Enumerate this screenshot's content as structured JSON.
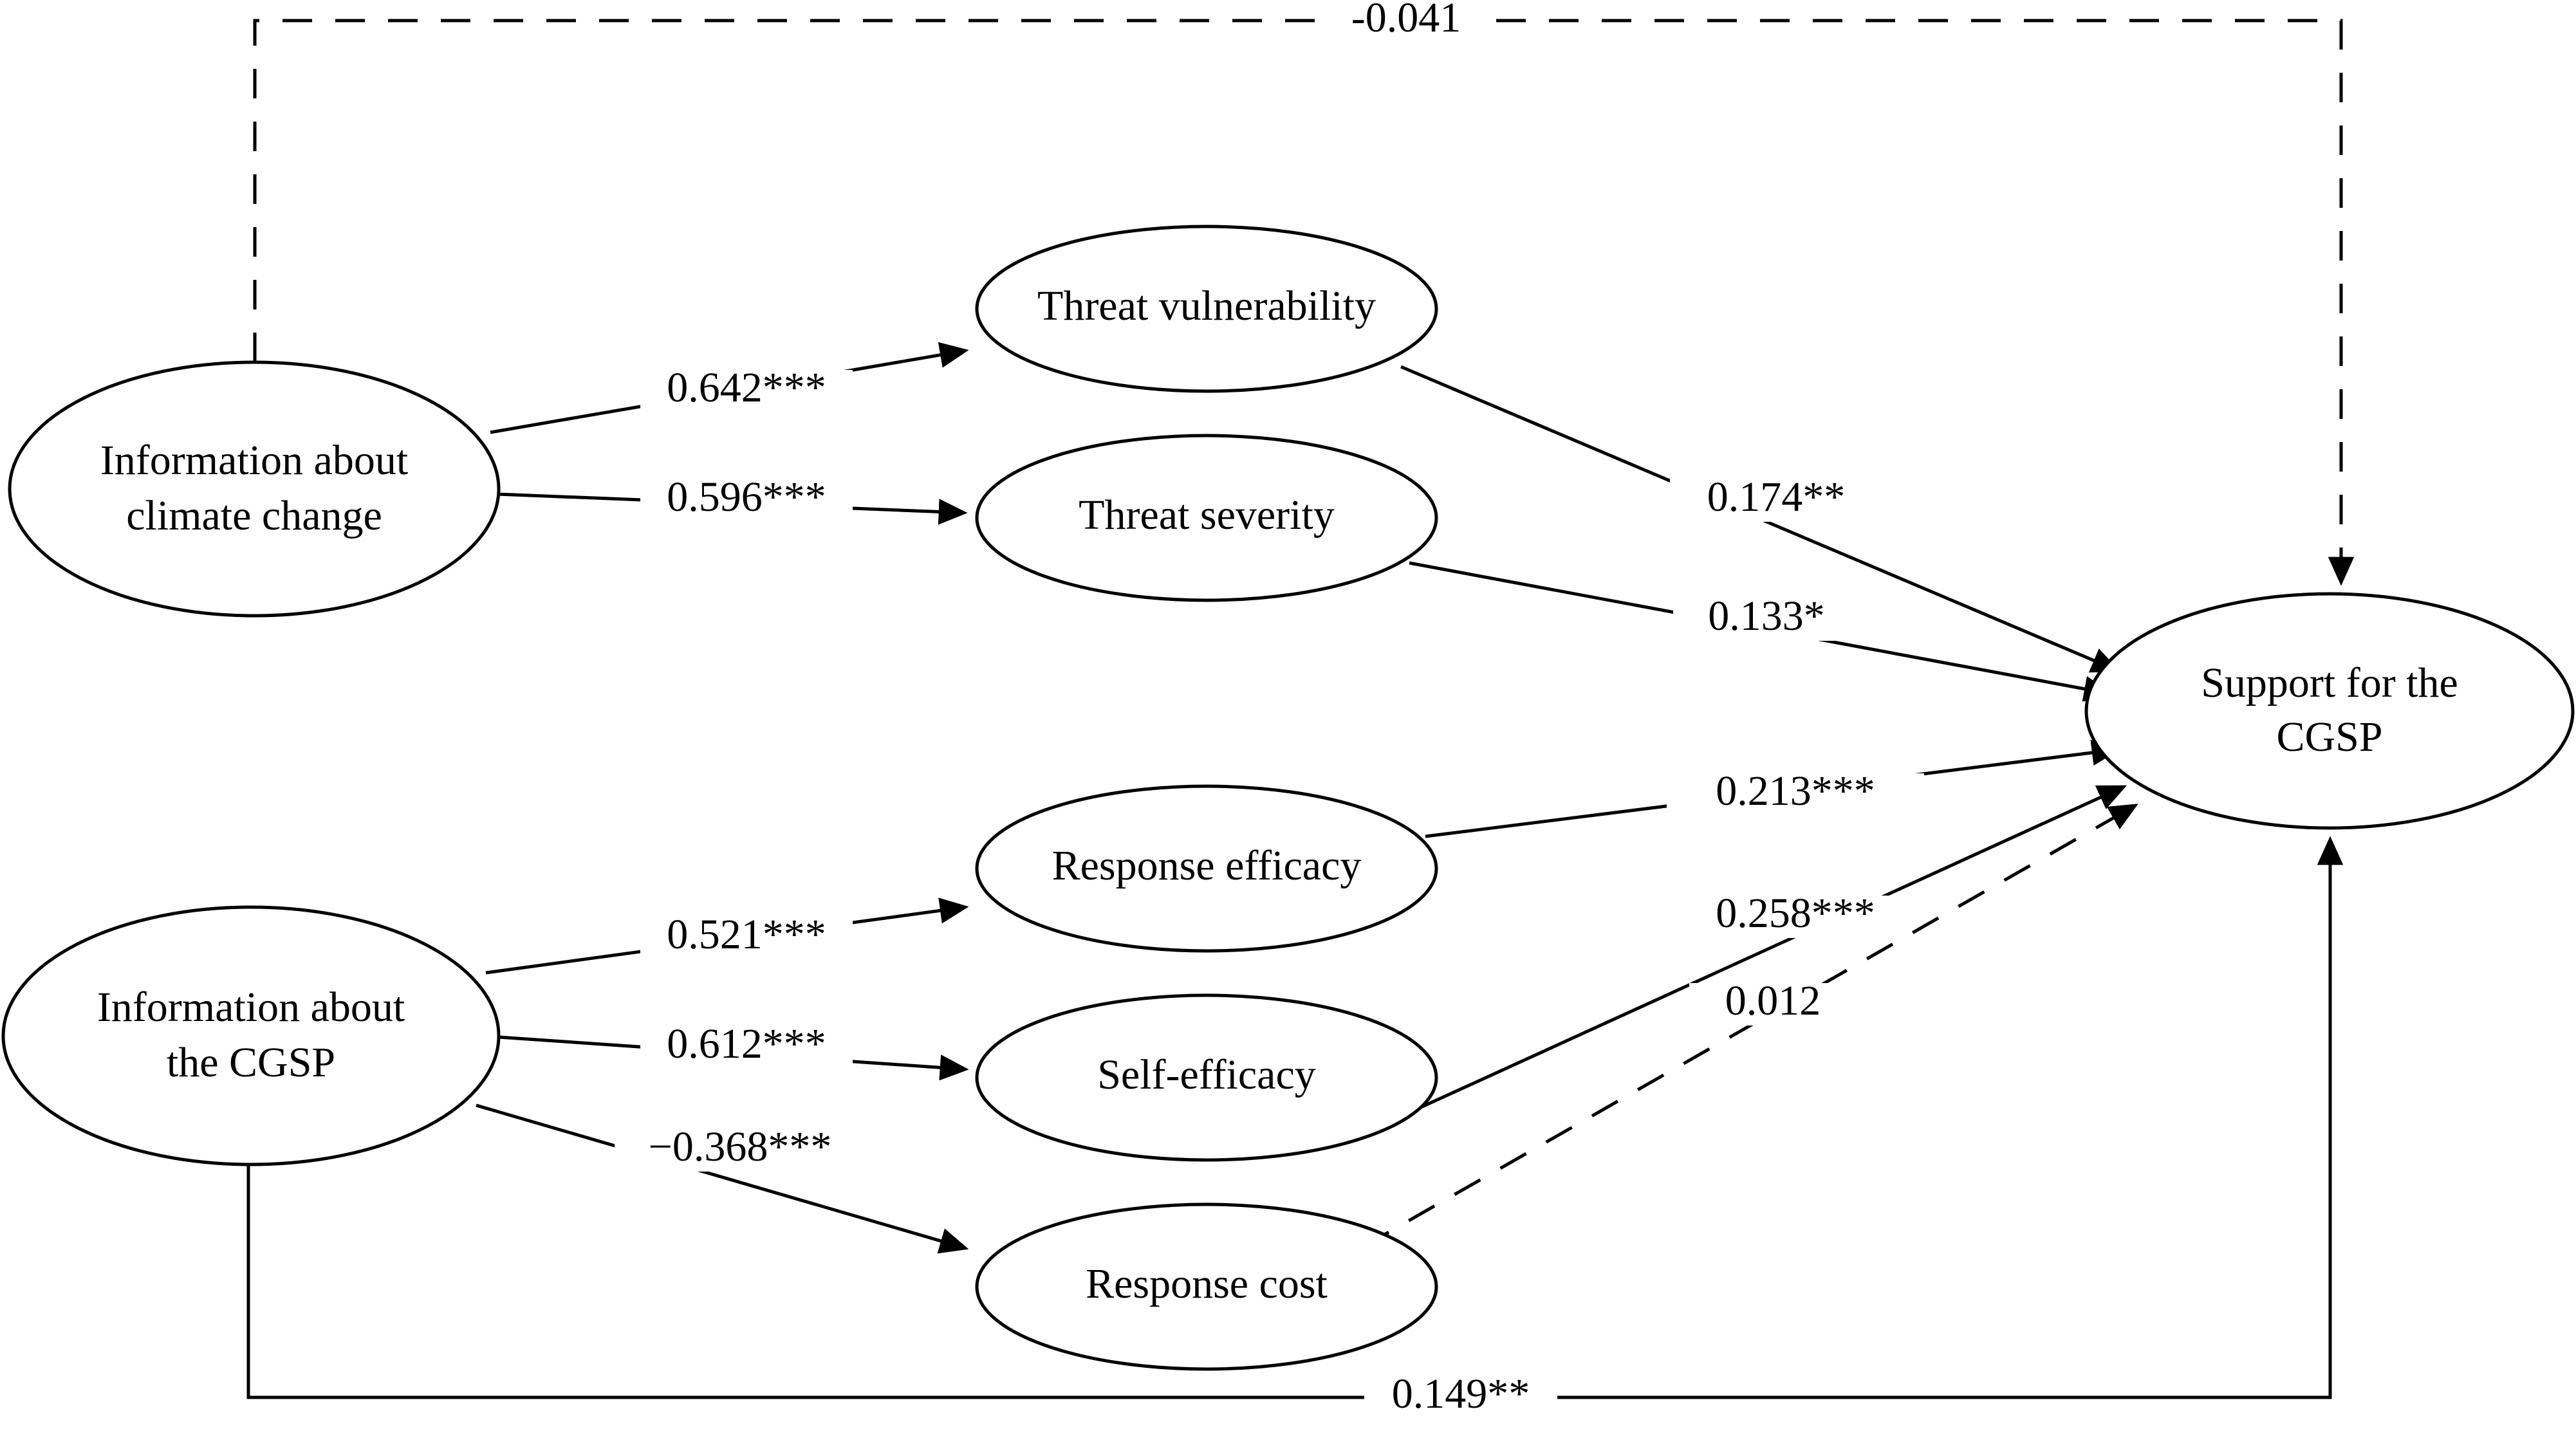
{
  "figure": {
    "type": "path-diagram",
    "title": "Structural equation model of protection motivation and support for the CGSP",
    "background_color": "#ffffff",
    "line_color": "#000000",
    "text_color": "#000000"
  },
  "nodes": [
    {
      "id": "info-climate",
      "label_line1": "Information about",
      "label_line2": "climate change",
      "shape": "ellipse",
      "role": "exogenous"
    },
    {
      "id": "info-cgsp",
      "label_line1": "Information about",
      "label_line2": "the CGSP",
      "shape": "ellipse",
      "role": "exogenous"
    },
    {
      "id": "threat-vulnerability",
      "label_line1": "Threat vulnerability",
      "label_line2": "",
      "shape": "ellipse",
      "role": "mediator"
    },
    {
      "id": "threat-severity",
      "label_line1": "Threat severity",
      "label_line2": "",
      "shape": "ellipse",
      "role": "mediator"
    },
    {
      "id": "response-efficacy",
      "label_line1": "Response efficacy",
      "label_line2": "",
      "shape": "ellipse",
      "role": "mediator"
    },
    {
      "id": "self-efficacy",
      "label_line1": "Self-efficacy",
      "label_line2": "",
      "shape": "ellipse",
      "role": "mediator"
    },
    {
      "id": "response-cost",
      "label_line1": "Response cost",
      "label_line2": "",
      "shape": "ellipse",
      "role": "mediator"
    },
    {
      "id": "support-cgsp",
      "label_line1": "Support for the",
      "label_line2": "CGSP",
      "shape": "ellipse",
      "role": "outcome"
    }
  ],
  "edges": [
    {
      "id": "e-climate-to-support",
      "from": "info-climate",
      "to": "support-cgsp",
      "coefficient": "-0.041",
      "style": "dashed",
      "significance": ""
    },
    {
      "id": "e-climate-to-vuln",
      "from": "info-climate",
      "to": "threat-vulnerability",
      "coefficient": "0.642***",
      "style": "solid",
      "significance": "***"
    },
    {
      "id": "e-climate-to-sev",
      "from": "info-climate",
      "to": "threat-severity",
      "coefficient": "0.596***",
      "style": "solid",
      "significance": "***"
    },
    {
      "id": "e-vuln-to-support",
      "from": "threat-vulnerability",
      "to": "support-cgsp",
      "coefficient": "0.174**",
      "style": "solid",
      "significance": "**"
    },
    {
      "id": "e-sev-to-support",
      "from": "threat-severity",
      "to": "support-cgsp",
      "coefficient": "0.133*",
      "style": "solid",
      "significance": "*"
    },
    {
      "id": "e-cgsp-to-respeff",
      "from": "info-cgsp",
      "to": "response-efficacy",
      "coefficient": "0.521***",
      "style": "solid",
      "significance": "***"
    },
    {
      "id": "e-cgsp-to-selfeff",
      "from": "info-cgsp",
      "to": "self-efficacy",
      "coefficient": "0.612***",
      "style": "solid",
      "significance": "***"
    },
    {
      "id": "e-cgsp-to-respcost",
      "from": "info-cgsp",
      "to": "response-cost",
      "coefficient": "−0.368***",
      "style": "solid",
      "significance": "***"
    },
    {
      "id": "e-respeff-to-support",
      "from": "response-efficacy",
      "to": "support-cgsp",
      "coefficient": "0.213***",
      "style": "solid",
      "significance": "***"
    },
    {
      "id": "e-selfeff-to-support",
      "from": "self-efficacy",
      "to": "support-cgsp",
      "coefficient": "0.258***",
      "style": "solid",
      "significance": "***"
    },
    {
      "id": "e-respcost-to-support",
      "from": "response-cost",
      "to": "support-cgsp",
      "coefficient": "0.012",
      "style": "dashed",
      "significance": ""
    },
    {
      "id": "e-cgsp-to-support",
      "from": "info-cgsp",
      "to": "support-cgsp",
      "coefficient": "0.149**",
      "style": "solid",
      "significance": "**"
    }
  ],
  "chart_data": {
    "type": "diagram",
    "title": "Path model: information exposure, protection motivation appraisals, and CGSP support",
    "series": [
      {
        "name": "Information about climate change → Threat vulnerability",
        "value": 0.642,
        "sig": "***"
      },
      {
        "name": "Information about climate change → Threat severity",
        "value": 0.596,
        "sig": "***"
      },
      {
        "name": "Information about climate change → Support for the CGSP",
        "value": -0.041,
        "sig": ""
      },
      {
        "name": "Threat vulnerability → Support for the CGSP",
        "value": 0.174,
        "sig": "**"
      },
      {
        "name": "Threat severity → Support for the CGSP",
        "value": 0.133,
        "sig": "*"
      },
      {
        "name": "Information about the CGSP → Response efficacy",
        "value": 0.521,
        "sig": "***"
      },
      {
        "name": "Information about the CGSP → Self-efficacy",
        "value": 0.612,
        "sig": "***"
      },
      {
        "name": "Information about the CGSP → Response cost",
        "value": -0.368,
        "sig": "***"
      },
      {
        "name": "Response efficacy → Support for the CGSP",
        "value": 0.213,
        "sig": "***"
      },
      {
        "name": "Self-efficacy → Support for the CGSP",
        "value": 0.258,
        "sig": "***"
      },
      {
        "name": "Response cost → Support for the CGSP",
        "value": 0.012,
        "sig": ""
      },
      {
        "name": "Information about the CGSP → Support for the CGSP",
        "value": 0.149,
        "sig": "**"
      }
    ]
  }
}
